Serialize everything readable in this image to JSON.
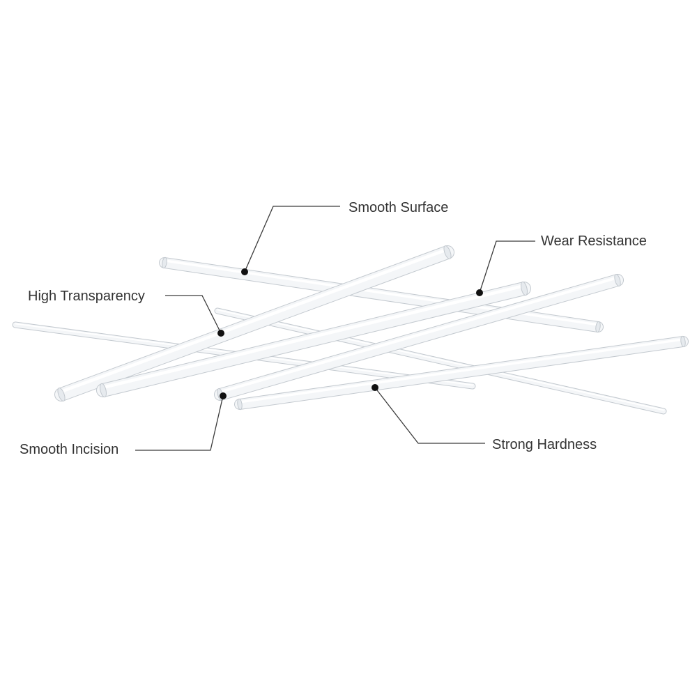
{
  "callouts": {
    "smooth_surface": "Smooth Surface",
    "wear_resistance": "Wear Resistance",
    "high_transparency": "High Transparency",
    "smooth_incision": "Smooth Incision",
    "strong_hardness": "Strong Hardness"
  },
  "colors": {
    "rod_fill": "#f4f6f8",
    "rod_edge": "#c3c9cf",
    "rod_highlight": "#ffffff",
    "leader_line": "#3a3a3a",
    "label_text": "#333333"
  }
}
